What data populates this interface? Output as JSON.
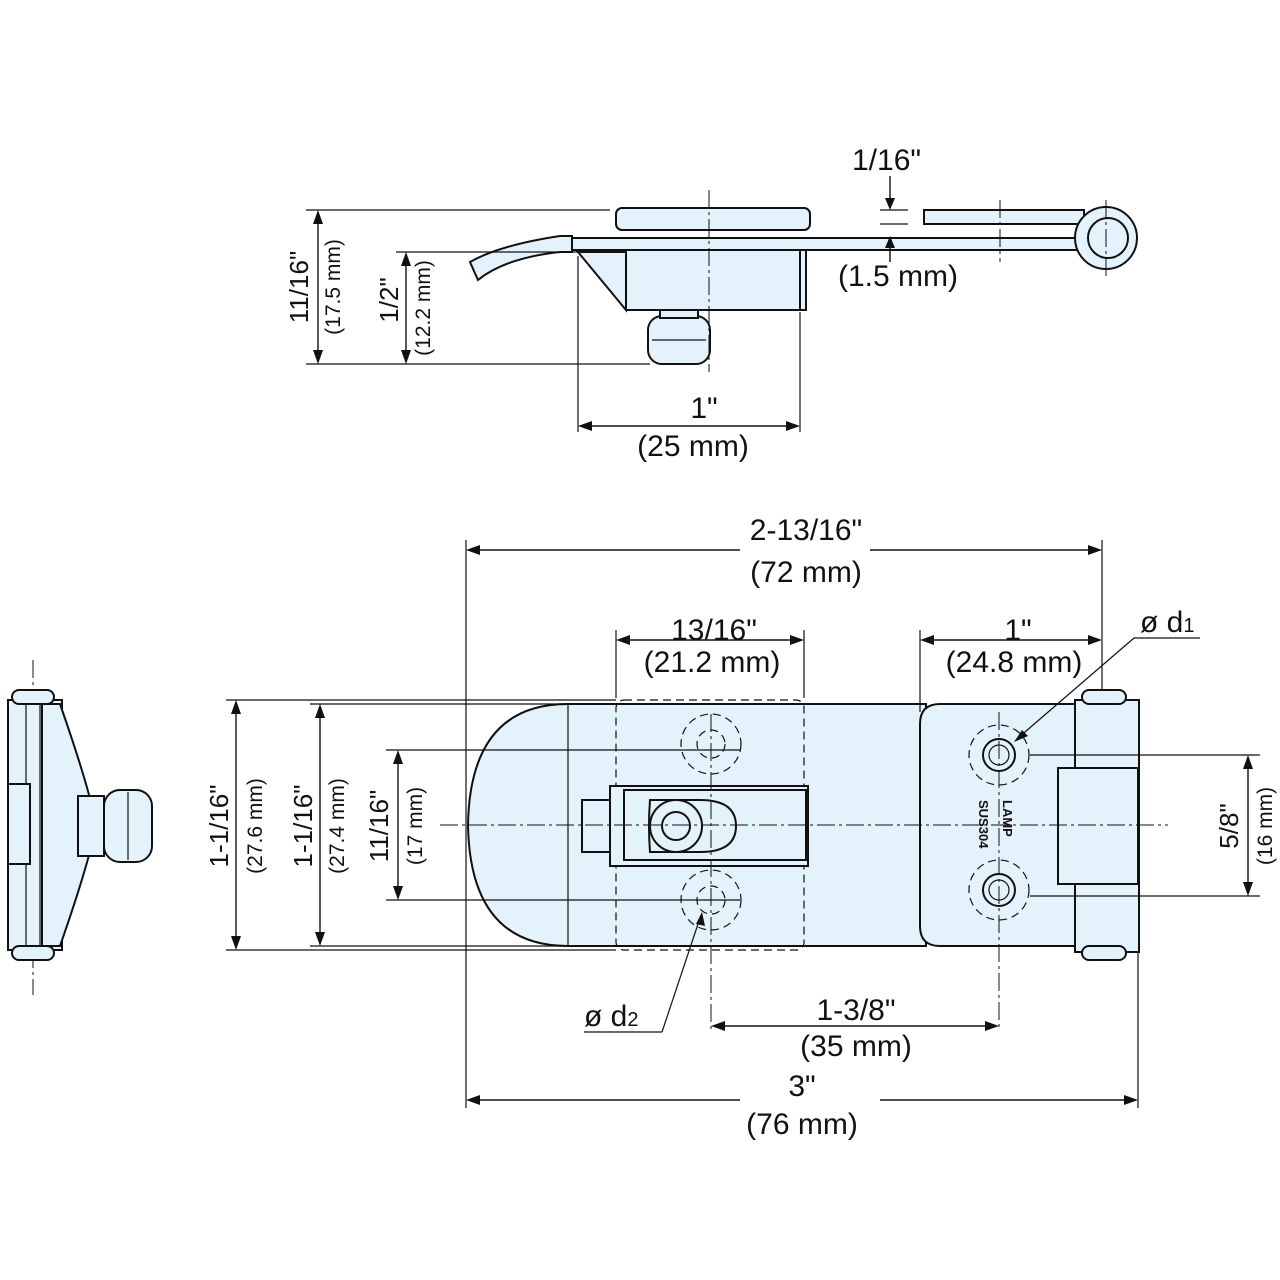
{
  "top_view": {
    "thickness_in": "1/16\"",
    "thickness_mm": "(1.5 mm)",
    "height_in": "11/16\"",
    "height_mm": "(17.5 mm)",
    "body_height_in": "1/2\"",
    "body_height_mm": "(12.2 mm)",
    "body_width_in": "1\"",
    "body_width_mm": "(25 mm)"
  },
  "plan_view": {
    "overall_length_in": "2-13/16\"",
    "overall_length_mm": "(72 mm)",
    "slot_width_in": "13/16\"",
    "slot_width_mm": "(21.2 mm)",
    "hinge_width_in": "1\"",
    "hinge_width_mm": "(24.8 mm)",
    "hole_d1_label": "ø d",
    "hole_d1_sub": "1",
    "hole_d2_label": "ø d",
    "hole_d2_sub": "2",
    "width_outer_in": "1-1/16\"",
    "width_outer_mm": "(27.6 mm)",
    "width_inner_in": "1-1/16\"",
    "width_inner_mm": "(27.4 mm)",
    "hole_spacing_in": "11/16\"",
    "hole_spacing_mm": "(17 mm)",
    "hinge_hole_spacing_in": "5/8\"",
    "hinge_hole_spacing_mm": "(16 mm)",
    "hole_pitch_in": "1-3/8\"",
    "hole_pitch_mm": "(35 mm)",
    "total_length_in": "3\"",
    "total_length_mm": "(76 mm)",
    "stamp_brand": "LAMP",
    "stamp_material": "SUS304"
  }
}
